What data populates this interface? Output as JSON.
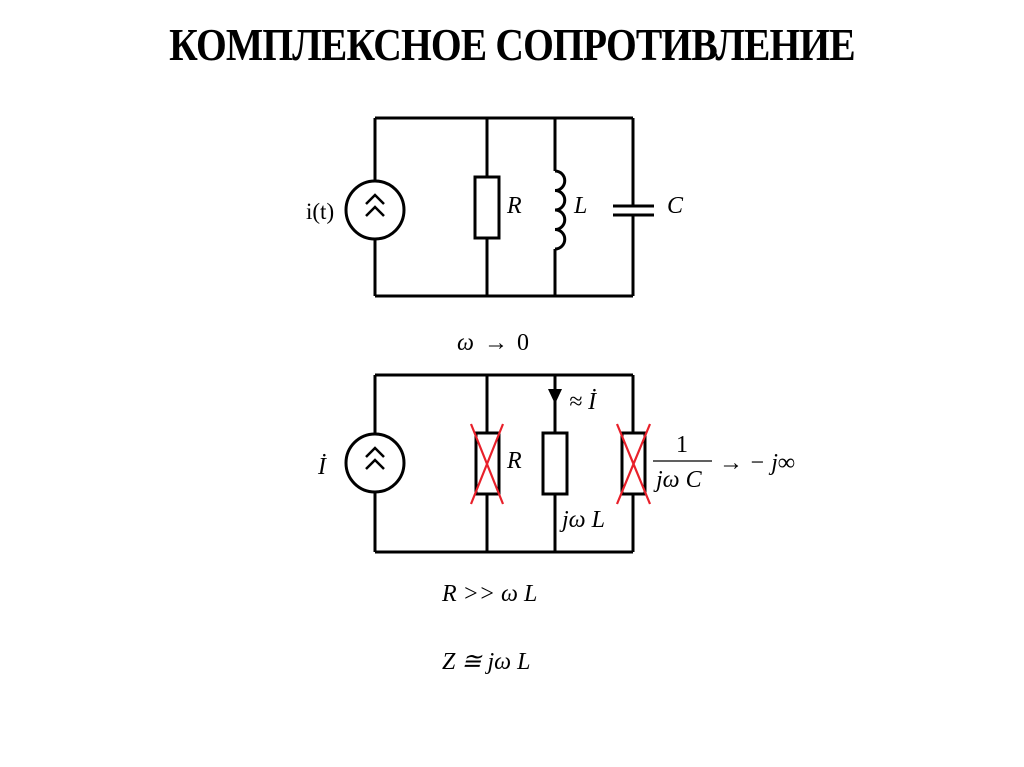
{
  "title": "КОМПЛЕКСНОЕ СОПРОТИВЛЕНИЕ",
  "colors": {
    "wire": "#000000",
    "cross": "#e8202a",
    "background": "#ffffff"
  },
  "circuit_top": {
    "source_label": "i(t)",
    "resistor_label": "R",
    "inductor_label": "L",
    "capacitor_label": "C"
  },
  "condition": {
    "omega": "ω",
    "arrow": "→",
    "limit": "0"
  },
  "circuit_bottom": {
    "source_label": "İ",
    "resistor_label": "R",
    "current_label": "≈ İ",
    "inductor_impedance": "jω L",
    "capacitor_impedance_numerator": "1",
    "capacitor_impedance_denominator": "jω C",
    "capacitor_limit": "→ − j∞"
  },
  "equations": {
    "inequality": "R >> ω L",
    "result": "Z ≅ jω L"
  }
}
